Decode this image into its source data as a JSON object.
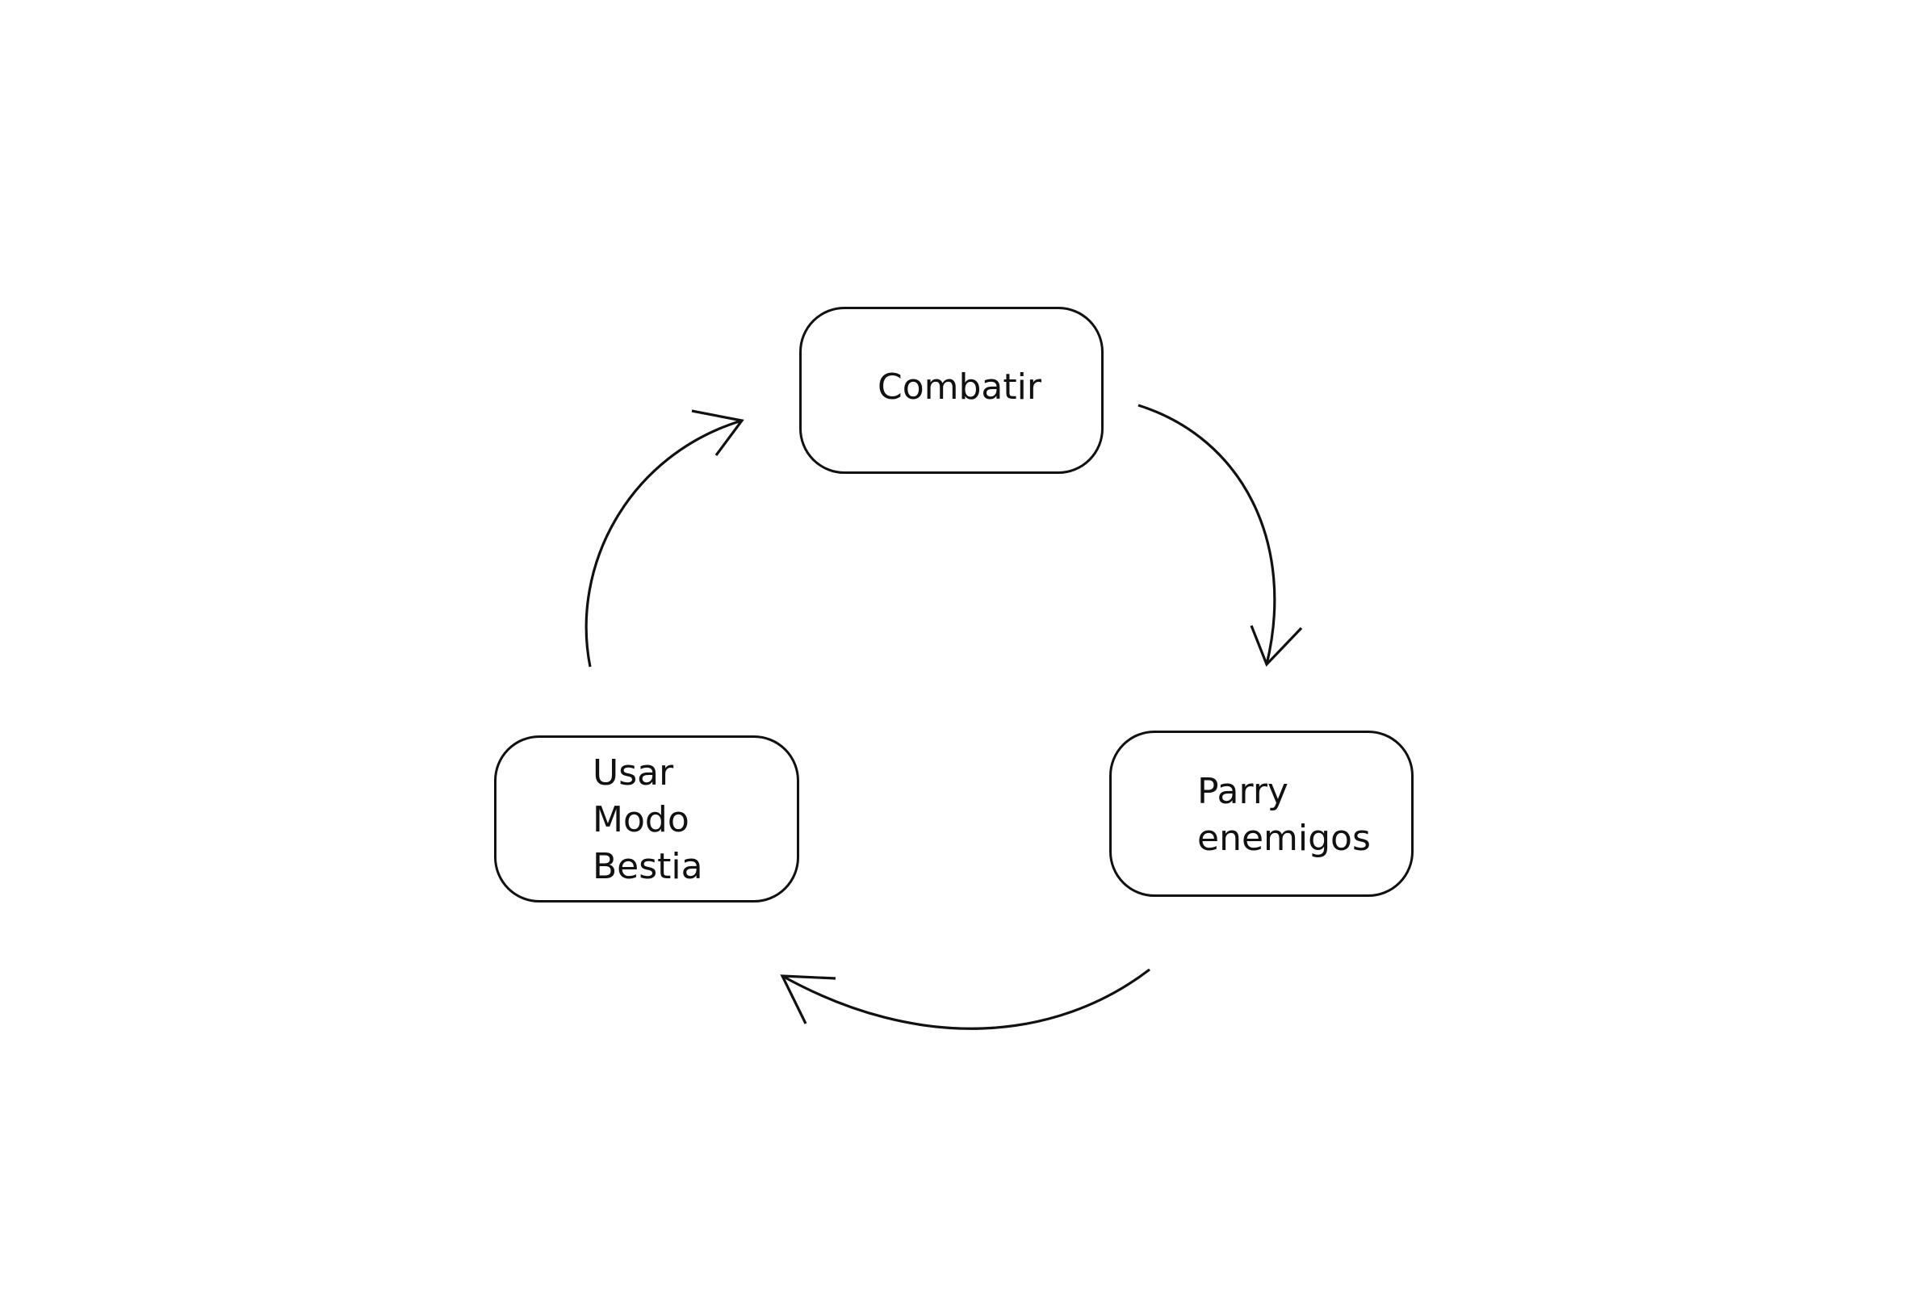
{
  "diagram": {
    "type": "cycle",
    "background": "#ffffff",
    "stroke_color": "#111111",
    "nodes": [
      {
        "id": "combatir",
        "label": "Combatir"
      },
      {
        "id": "parry",
        "label": "Parry\nenemigos"
      },
      {
        "id": "bestia",
        "label": "Usar\nModo\nBestia"
      }
    ],
    "edges": [
      {
        "from": "combatir",
        "to": "parry"
      },
      {
        "from": "parry",
        "to": "bestia"
      },
      {
        "from": "bestia",
        "to": "combatir"
      }
    ]
  }
}
